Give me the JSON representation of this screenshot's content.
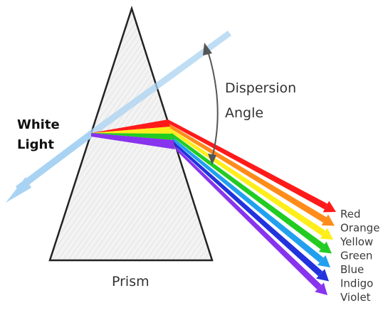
{
  "title_white_light_line1": "White",
  "title_white_light_line2": "Light",
  "dispersion_label_line1": "Dispersion",
  "dispersion_label_line2": "Angle",
  "prism_label": "Prism",
  "colors": [
    {
      "name": "Red",
      "hex": "#ff1a1a"
    },
    {
      "name": "Orange",
      "hex": "#ff8c1a"
    },
    {
      "name": "Yellow",
      "hex": "#ffee1a"
    },
    {
      "name": "Green",
      "hex": "#22cc22"
    },
    {
      "name": "Blue",
      "hex": "#22a0ee"
    },
    {
      "name": "Indigo",
      "hex": "#2233dd"
    },
    {
      "name": "Violet",
      "hex": "#8833ee"
    }
  ],
  "incident_beam_color": "#a9d3f2",
  "prism_fill_color": "#eeeeee"
}
